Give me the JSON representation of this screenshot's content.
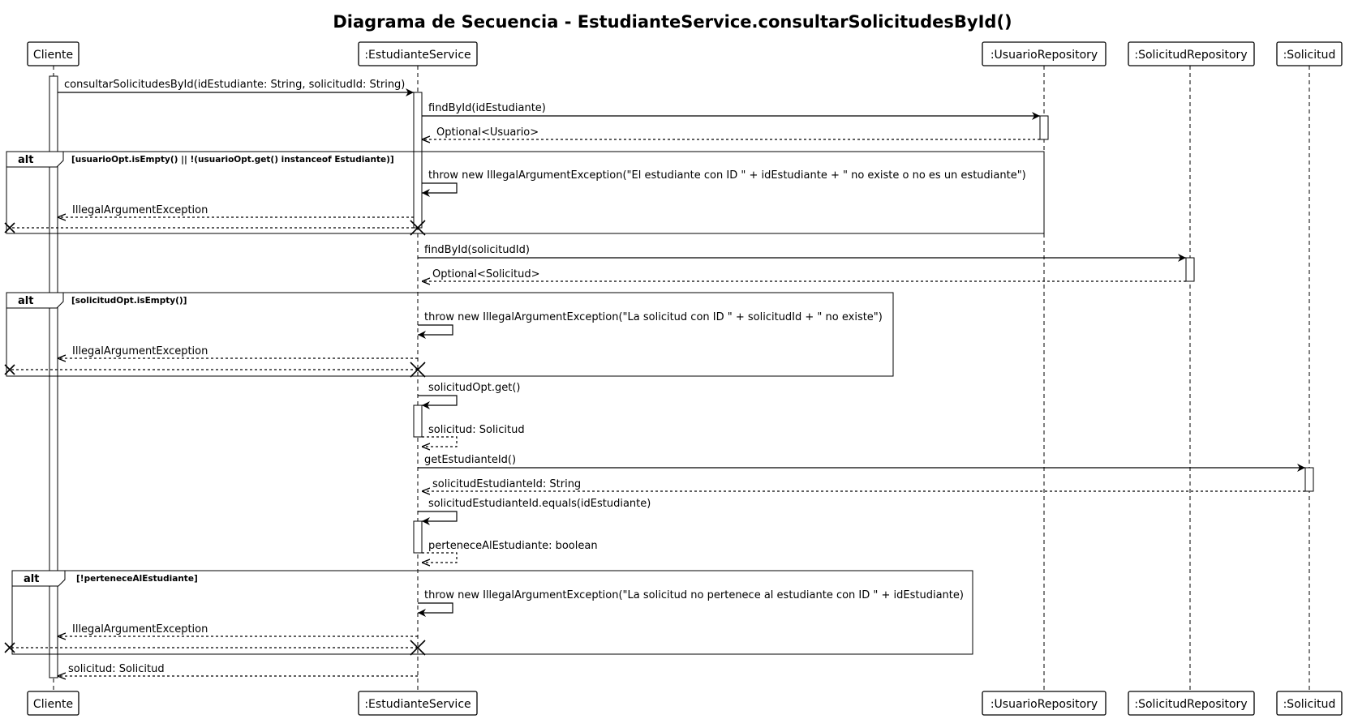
{
  "title": "Diagrama de Secuencia - EstudianteService.consultarSolicitudesById()",
  "participants": [
    {
      "id": "cliente",
      "label": "Cliente"
    },
    {
      "id": "service",
      "label": ":EstudianteService"
    },
    {
      "id": "usuarioRepo",
      "label": ":UsuarioRepository"
    },
    {
      "id": "solicitudRepo",
      "label": ":SolicitudRepository"
    },
    {
      "id": "solicitud",
      "label": ":Solicitud"
    }
  ],
  "messages": [
    {
      "label": "consultarSolicitudesById(idEstudiante: String, solicitudId: String)"
    },
    {
      "label": "findById(idEstudiante)"
    },
    {
      "label": "Optional<Usuario>"
    },
    {
      "label": "throw new IllegalArgumentException(\"El estudiante con ID \" + idEstudiante + \" no existe o no es un estudiante\")"
    },
    {
      "label": "IllegalArgumentException"
    },
    {
      "label": "findById(solicitudId)"
    },
    {
      "label": "Optional<Solicitud>"
    },
    {
      "label": "throw new IllegalArgumentException(\"La solicitud con ID \" + solicitudId + \" no existe\")"
    },
    {
      "label": "IllegalArgumentException"
    },
    {
      "label": "solicitudOpt.get()"
    },
    {
      "label": "solicitud: Solicitud"
    },
    {
      "label": "getEstudianteId()"
    },
    {
      "label": "solicitudEstudianteId: String"
    },
    {
      "label": "solicitudEstudianteId.equals(idEstudiante)"
    },
    {
      "label": "perteneceAlEstudiante: boolean"
    },
    {
      "label": "throw new IllegalArgumentException(\"La solicitud no pertenece al estudiante con ID \" + idEstudiante)"
    },
    {
      "label": "IllegalArgumentException"
    },
    {
      "label": "solicitud: Solicitud"
    }
  ],
  "fragments": [
    {
      "keyword": "alt",
      "guard": "[usuarioOpt.isEmpty() || !(usuarioOpt.get() instanceof Estudiante)]"
    },
    {
      "keyword": "alt",
      "guard": "[solicitudOpt.isEmpty()]"
    },
    {
      "keyword": "alt",
      "guard": "[!perteneceAlEstudiante]"
    }
  ]
}
